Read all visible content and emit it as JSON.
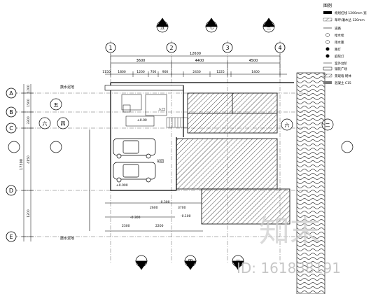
{
  "grid": {
    "columns": [
      {
        "label": "1",
        "spacing_after": "3600"
      },
      {
        "label": "2",
        "spacing_after": "4400"
      },
      {
        "label": "3",
        "spacing_after": "4500"
      },
      {
        "label": "4",
        "spacing_after": ""
      }
    ],
    "rows": [
      "A",
      "B",
      "C",
      "D",
      "E"
    ],
    "overall_width": "12600",
    "overall_depth": "17300",
    "side_depths": [
      "1200",
      "1500",
      "3300",
      "4150",
      "1200"
    ],
    "top_subdims": [
      "1800",
      "1200",
      "700",
      "900",
      "2430",
      "1225",
      "1400"
    ],
    "offset_left": "1150"
  },
  "section_marks": [
    {
      "id": "mark-top-1",
      "label": "五"
    },
    {
      "id": "mark-top-2",
      "label": "七"
    },
    {
      "id": "mark-top-3",
      "label": "三"
    },
    {
      "id": "mark-left-1",
      "label": "五"
    },
    {
      "id": "mark-left-2",
      "label": "六"
    },
    {
      "id": "mark-left-3",
      "label": "四"
    },
    {
      "id": "mark-right-1",
      "label": "六"
    },
    {
      "id": "mark-right-2",
      "label": "二"
    },
    {
      "id": "mark-bottom-1",
      "label": "一"
    },
    {
      "id": "mark-bottom-2",
      "label": "四"
    },
    {
      "id": "mark-bottom-3",
      "label": "三"
    }
  ],
  "annotations": {
    "top_left_note": "鼓水泥地",
    "bottom_left_note": "鼓水泥地",
    "entrance": "入口",
    "garden_area": "花园",
    "level_1": "±0.00",
    "level_2": "-0.300",
    "level_3": "-0.300",
    "level_4": "-0.100",
    "level_5": "±0.000",
    "dim_2300": "2300",
    "dim_2200": "2200",
    "dim_2600": "2600",
    "dim_3700": "3700"
  },
  "legend": {
    "title": "图例",
    "items": [
      "规划红线 1200mm 宽",
      "草坪/灌木丛 120mm",
      "道路",
      "给水栓",
      "雨水篦",
      "路灯",
      "庭院灯",
      "室外台阶",
      "铺装广场",
      "景观墙 砌体",
      "混凝土 C15"
    ]
  },
  "watermark": {
    "brand": "知末",
    "id_text": "ID: 161838191"
  }
}
